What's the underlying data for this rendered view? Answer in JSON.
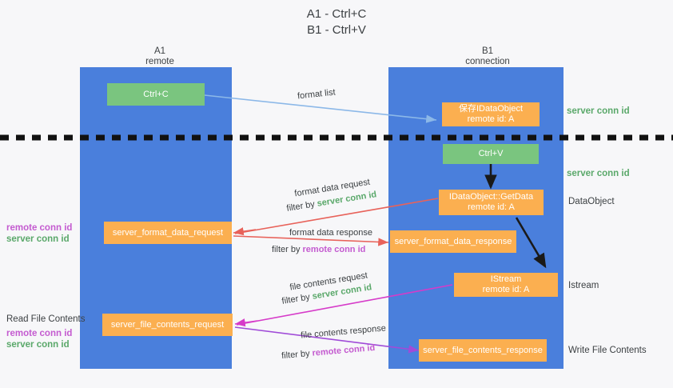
{
  "title": {
    "line1": "A1 - Ctrl+C",
    "line2": "B1 - Ctrl+V"
  },
  "columns": [
    {
      "name": "A1",
      "subtitle": "remote"
    },
    {
      "name": "B1",
      "subtitle": "connection"
    }
  ],
  "boxes": {
    "ctrl_c": {
      "line1": "Ctrl+C",
      "color": "#7ac57f"
    },
    "ctrl_v": {
      "line1": "Ctrl+V",
      "color": "#7ac57f"
    },
    "save_idataobject": {
      "line1": "保存IDataObject",
      "line2": "remote id: A",
      "color": "#fbaf50"
    },
    "getdata": {
      "line1": "IDataObject::GetData",
      "line2": "remote id: A",
      "color": "#fbaf50"
    },
    "istream": {
      "line1": "IStream",
      "line2": "remote id: A",
      "color": "#fbaf50"
    },
    "server_format_data_request": {
      "line1": "server_format_data_request",
      "color": "#fbaf50"
    },
    "server_format_data_response": {
      "line1": "server_format_data_response",
      "color": "#fbaf50"
    },
    "server_file_contents_request": {
      "line1": "server_file_contents_request",
      "color": "#fbaf50"
    },
    "server_file_contents_response": {
      "line1": "server_file_contents_response",
      "color": "#fbaf50"
    }
  },
  "right_labels": {
    "server_conn_id_top": "server conn id",
    "server_conn_id_second": "server conn id",
    "dataobject": "DataObject",
    "istream": "Istream",
    "write_file_contents": "Write File Contents"
  },
  "left_labels": {
    "remote_conn_id_upper": "remote conn id",
    "server_conn_id_upper": "server conn id",
    "read_file_contents": "Read File Contents",
    "remote_conn_id_lower": "remote conn id",
    "server_conn_id_lower": "server conn id"
  },
  "arrows": {
    "format_list": {
      "text": "format list"
    },
    "format_data_request": {
      "text": "format data request",
      "filter_prefix": "filter by ",
      "filter_value": "server conn id"
    },
    "format_data_response": {
      "text": "format data response",
      "filter_prefix": "filter by ",
      "filter_value": "remote conn id"
    },
    "file_contents_request": {
      "text": "file contents request",
      "filter_prefix": "filter by ",
      "filter_value": "server conn id"
    },
    "file_contents_response": {
      "text": "file contents response",
      "filter_prefix": "filter by ",
      "filter_value": "remote conn id"
    }
  },
  "colors": {
    "lane": "#4a7fdc",
    "green_box": "#7ac57f",
    "orange_box": "#fbaf50",
    "green_text": "#5aa86a",
    "purple_text": "#c45bd0",
    "arrow_blue": "#8cb8e8",
    "arrow_red": "#e8625a",
    "arrow_magenta": "#d63bc9",
    "arrow_purple": "#a04bd8",
    "arrow_black": "#1a1a1a",
    "divider": "#111111",
    "background": "#f7f7f9"
  }
}
